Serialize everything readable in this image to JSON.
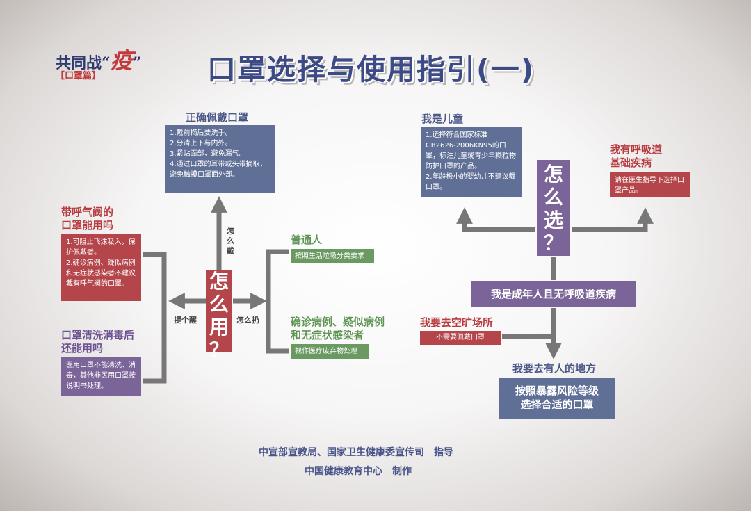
{
  "logo": {
    "line1": "共同战“",
    "big": "疫",
    "close_quote": "”",
    "line2": "【口罩篇】"
  },
  "title": "口罩选择与使用指引(一)",
  "left": {
    "center_label": [
      "怎",
      "么",
      "用",
      "？"
    ],
    "up_label": [
      "怎",
      "么",
      "戴"
    ],
    "left_label": "提个醒",
    "right_label": "怎么扔",
    "correct_wear": {
      "heading": "正确佩戴口罩",
      "items": [
        "1.戴前摘后要洗手。",
        "2.分清上下与内外。",
        "3.紧贴面部，避免漏气。",
        "4.通过口罩的耳带或头带摘取，避免触摸口罩面外部。"
      ]
    },
    "valve": {
      "heading": [
        "带呼气阀的",
        "口罩能用吗"
      ],
      "items": [
        "1.可阻止飞沫吸入，保护佩戴者。",
        "2.确诊病例、疑似病例和无症状感染者不建议戴有呼气阀的口罩。"
      ]
    },
    "wash": {
      "heading": [
        "口罩清洗消毒后",
        "还能用吗"
      ],
      "text": "医用口罩不能清洗、消毒，其他非医用口罩按说明书处理。"
    },
    "ordinary": {
      "heading": "普通人",
      "text": "按照生活垃圾分类要求"
    },
    "confirmed": {
      "heading": [
        "确诊病例、疑似病例",
        "和无症状感染者"
      ],
      "text": "视作医疗废弃物处理"
    }
  },
  "right": {
    "center_label": [
      "怎",
      "么",
      "选",
      "？"
    ],
    "child": {
      "heading": "我是儿童",
      "items": [
        "1.选择符合国家标准GB2626-2006KN95的口罩，标注儿童或青少年颗粒物防护口罩的产品。",
        "2.年龄极小的婴幼儿不建议戴口罩。"
      ]
    },
    "respiratory": {
      "heading": [
        "我有呼吸道",
        "基础疾病"
      ],
      "text": "请在医生指导下选择口罩产品。"
    },
    "adult": "我是成年人且无呼吸道疾病",
    "open_area": {
      "heading": "我要去空旷场所",
      "text": "不需要佩戴口罩"
    },
    "crowded": {
      "heading": "我要去有人的地方",
      "text": [
        "按照暴露风险等级",
        "选择合适的口罩"
      ]
    }
  },
  "footer": {
    "line1": "中宣部宣教局、国家卫生健康委宣传司　指导",
    "line2": "中国健康教育中心　制作"
  },
  "colors": {
    "slate": "#5f6f96",
    "red": "#b4464b",
    "purple": "#7b6498",
    "green": "#6a9a62",
    "title": "#3c4a86",
    "arrow": "#777777"
  }
}
